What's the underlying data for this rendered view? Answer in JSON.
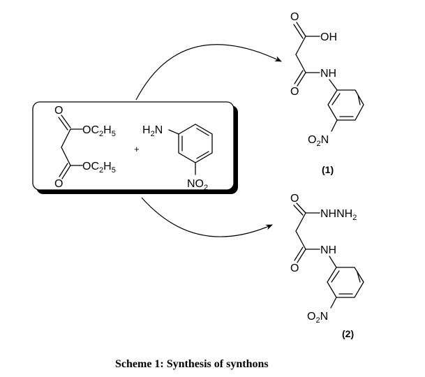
{
  "scheme": {
    "caption": "Scheme 1: Synthesis of synthons",
    "reactants": {
      "diethyl_malonate": {
        "name": "diethyl malonate",
        "top_o": "O",
        "bottom_o": "O",
        "ester_top": {
          "main": "OC",
          "sub1": "2",
          "h": "H",
          "sub2": "5"
        },
        "ester_bottom": {
          "main": "OC",
          "sub1": "2",
          "h": "H",
          "sub2": "5"
        }
      },
      "plus": "+",
      "nitroaniline": {
        "name": "3-nitroaniline",
        "amine": {
          "h": "H",
          "sub": "2",
          "n": "N"
        },
        "nitro": {
          "main": "NO",
          "sub": "2"
        }
      }
    },
    "products": [
      {
        "id": "(1)",
        "name": "3-(3-nitrophenylamino)-3-oxopropanoic acid",
        "top_o": "O",
        "bottom_o": "O",
        "top_group": "OH",
        "amide": "NH",
        "nitro": {
          "o": "O",
          "sub": "2",
          "n": "N"
        }
      },
      {
        "id": "(2)",
        "name": "hydrazide derivative",
        "top_o": "O",
        "bottom_o": "O",
        "top_group": {
          "main": "NHNH",
          "sub": "2"
        },
        "amide": "NH",
        "nitro": {
          "o": "O",
          "sub": "2",
          "n": "N"
        }
      }
    ],
    "colors": {
      "line": "#000000",
      "background": "#ffffff"
    }
  }
}
